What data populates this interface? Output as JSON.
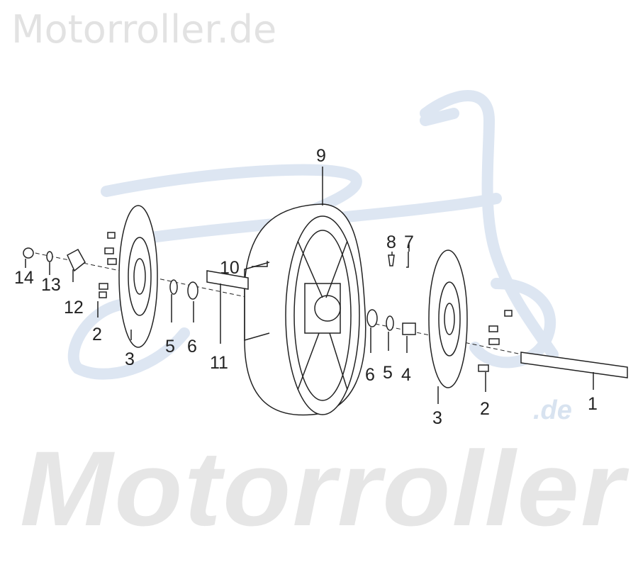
{
  "watermarks": {
    "top": "Motorroller.de",
    "bottom": "Motorroller",
    "bottom_suffix": ".de"
  },
  "colors": {
    "watermark_gray": "#e2e2e2",
    "watermark_blue": "#dde6f2",
    "line": "#222222"
  },
  "callouts": [
    {
      "id": "9",
      "label": "9"
    },
    {
      "id": "10",
      "label": "10"
    },
    {
      "id": "8",
      "label": "8"
    },
    {
      "id": "7",
      "label": "7"
    },
    {
      "id": "14",
      "label": "14"
    },
    {
      "id": "13",
      "label": "13"
    },
    {
      "id": "12",
      "label": "12"
    },
    {
      "id": "2a",
      "label": "2"
    },
    {
      "id": "3a",
      "label": "3"
    },
    {
      "id": "5a",
      "label": "5"
    },
    {
      "id": "6a",
      "label": "6"
    },
    {
      "id": "11",
      "label": "11"
    },
    {
      "id": "6b",
      "label": "6"
    },
    {
      "id": "5b",
      "label": "5"
    },
    {
      "id": "4",
      "label": "4"
    },
    {
      "id": "3b",
      "label": "3"
    },
    {
      "id": "2b",
      "label": "2"
    },
    {
      "id": "1",
      "label": "1"
    }
  ]
}
